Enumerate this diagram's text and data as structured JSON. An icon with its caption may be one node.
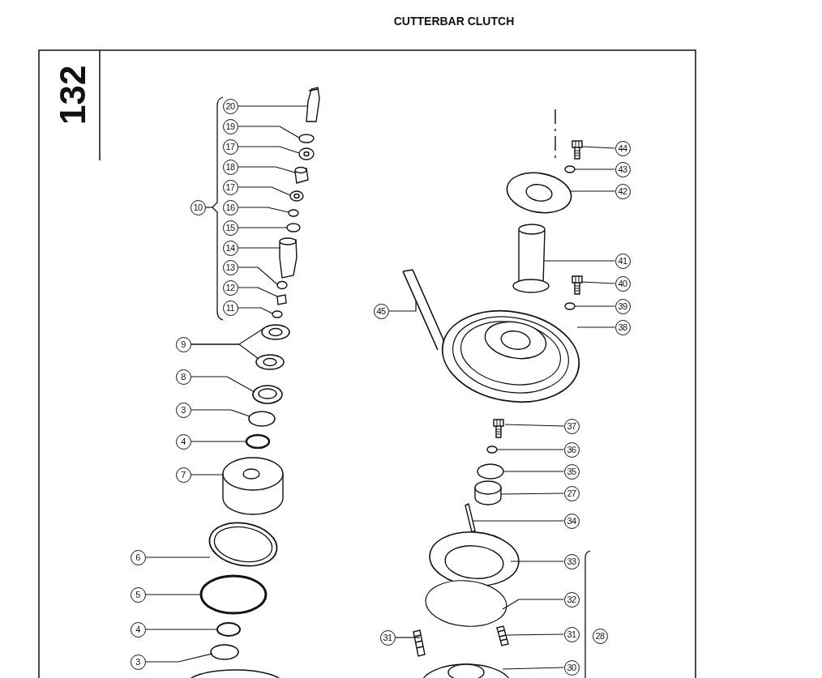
{
  "diagram": {
    "title": "CUTTERBAR CLUTCH",
    "nodes": [
      {
        "text": [
          "20"
        ]
      },
      {
        "text": [
          "19"
        ]
      },
      {
        "text": [
          "17"
        ]
      },
      {
        "text": [
          "18"
        ]
      },
      {
        "text": [
          "17"
        ]
      },
      {
        "text": [
          "16"
        ]
      },
      {
        "text": [
          "15"
        ]
      },
      {
        "text": [
          "14"
        ]
      },
      {
        "text": [
          "13"
        ]
      },
      {
        "text": [
          "12"
        ]
      },
      {
        "text": [
          "11"
        ]
      },
      {
        "text": [
          "10"
        ]
      },
      {
        "text": [
          "9"
        ]
      },
      {
        "text": [
          "8"
        ]
      },
      {
        "text": [
          "3"
        ]
      },
      {
        "text": [
          "4"
        ]
      },
      {
        "text": [
          "7"
        ]
      },
      {
        "text": [
          "6"
        ]
      },
      {
        "text": [
          "5"
        ]
      },
      {
        "text": [
          "4"
        ]
      },
      {
        "text": [
          "3"
        ]
      },
      {
        "text": [
          "45"
        ]
      },
      {
        "text": [
          "44"
        ]
      },
      {
        "text": [
          "43"
        ]
      },
      {
        "text": [
          "42"
        ]
      },
      {
        "text": [
          "41"
        ]
      },
      {
        "text": [
          "40"
        ]
      },
      {
        "text": [
          "39"
        ]
      },
      {
        "text": [
          "38"
        ]
      },
      {
        "text": [
          "37"
        ]
      },
      {
        "text": [
          "36"
        ]
      },
      {
        "text": [
          "35"
        ]
      },
      {
        "text": [
          "27"
        ]
      },
      {
        "text": [
          "34"
        ]
      },
      {
        "text": [
          "33"
        ]
      },
      {
        "text": [
          "32"
        ]
      },
      {
        "text": [
          "31"
        ]
      },
      {
        "text": [
          "30"
        ]
      },
      {
        "text": [
          "28"
        ]
      },
      {
        "text": [
          "31"
        ]
      },
      {
        "text": [],
        "shape": "bracket"
      },
      {
        "text": [],
        "shape": "picture"
      },
      {
        "text": [],
        "shape": "circle"
      },
      {
        "text": [],
        "shape": "picture"
      },
      {
        "text": [],
        "shape": "cylinder"
      },
      {
        "text": [],
        "shape": "picture"
      },
      {
        "text": [],
        "shape": "circle"
      },
      {
        "text": [],
        "shape": "circle"
      },
      {
        "text": [],
        "shape": "cylinder"
      },
      {
        "text": [],
        "shape": "circle"
      },
      {
        "text": [],
        "shape": "box"
      },
      {
        "text": [],
        "shape": "circle"
      },
      {
        "text": [],
        "shape": "picture"
      },
      {
        "text": [],
        "shape": "picture"
      },
      {
        "text": [],
        "shape": "picture"
      },
      {
        "text": [],
        "shape": "circle"
      },
      {
        "text": [],
        "shape": "circle"
      },
      {
        "text": [],
        "shape": "cylinder"
      },
      {
        "text": [],
        "shape": "picture"
      },
      {
        "text": [],
        "shape": "circle"
      },
      {
        "text": [],
        "shape": "circle"
      },
      {
        "text": [],
        "shape": "circle"
      },
      {
        "text": [],
        "shape": "picture"
      },
      {
        "text": [],
        "shape": "picture"
      },
      {
        "text": [],
        "shape": "circle"
      },
      {
        "text": [],
        "shape": "picture"
      },
      {
        "text": [],
        "shape": "picture"
      },
      {
        "text": [],
        "shape": "picture"
      },
      {
        "text": [],
        "shape": "circle"
      },
      {
        "text": [],
        "shape": "picture"
      },
      {
        "text": [],
        "shape": "picture"
      },
      {
        "text": [],
        "shape": "circle"
      },
      {
        "text": [],
        "shape": "circle"
      },
      {
        "text": [],
        "shape": "cylinder"
      },
      {
        "text": [],
        "shape": "bar"
      },
      {
        "text": [],
        "shape": "picture"
      },
      {
        "text": [],
        "shape": "circle"
      },
      {
        "text": [],
        "shape": "picture"
      },
      {
        "text": [],
        "shape": "picture"
      },
      {
        "text": [],
        "shape": "picture"
      }
    ],
    "edges": [
      {
        "from": 0,
        "to": 41,
        "arrow": "none"
      },
      {
        "from": 1,
        "to": 42,
        "arrow": "none"
      },
      {
        "from": 2,
        "to": 43,
        "arrow": "none"
      },
      {
        "from": 3,
        "to": 44,
        "arrow": "none"
      },
      {
        "from": 4,
        "to": 45,
        "arrow": "none"
      },
      {
        "from": 5,
        "to": 46,
        "arrow": "none"
      },
      {
        "from": 6,
        "to": 47,
        "arrow": "none"
      },
      {
        "from": 7,
        "to": 48,
        "arrow": "none"
      },
      {
        "from": 8,
        "to": 49,
        "arrow": "none"
      },
      {
        "from": 9,
        "to": 50,
        "arrow": "none"
      },
      {
        "from": 10,
        "to": 51,
        "arrow": "none"
      },
      {
        "from": 11,
        "to": 40,
        "arrow": "none"
      },
      {
        "from": 12,
        "to": 52,
        "arrow": "none"
      },
      {
        "from": 12,
        "to": 53,
        "arrow": "none"
      },
      {
        "from": 13,
        "to": 54,
        "arrow": "none"
      },
      {
        "from": 14,
        "to": 55,
        "arrow": "none"
      },
      {
        "from": 15,
        "to": 56,
        "arrow": "none"
      },
      {
        "from": 16,
        "to": 57,
        "arrow": "none"
      },
      {
        "from": 17,
        "to": 58,
        "arrow": "none"
      },
      {
        "from": 18,
        "to": 59,
        "arrow": "none"
      },
      {
        "from": 19,
        "to": 60,
        "arrow": "none"
      },
      {
        "from": 20,
        "to": 61,
        "arrow": "none"
      },
      {
        "from": 21,
        "to": 62,
        "arrow": "none"
      },
      {
        "from": 22,
        "to": 63,
        "arrow": "none"
      },
      {
        "from": 23,
        "to": 64,
        "arrow": "none"
      },
      {
        "from": 24,
        "to": 65,
        "arrow": "none"
      },
      {
        "from": 25,
        "to": 66,
        "arrow": "none"
      },
      {
        "from": 26,
        "to": 67,
        "arrow": "none"
      },
      {
        "from": 27,
        "to": 68,
        "arrow": "none"
      },
      {
        "from": 28,
        "to": 69,
        "arrow": "none"
      },
      {
        "from": 29,
        "to": 70,
        "arrow": "none"
      },
      {
        "from": 30,
        "to": 71,
        "arrow": "none"
      },
      {
        "from": 31,
        "to": 72,
        "arrow": "none"
      },
      {
        "from": 32,
        "to": 73,
        "arrow": "none"
      },
      {
        "from": 33,
        "to": 74,
        "arrow": "none"
      },
      {
        "from": 34,
        "to": 75,
        "arrow": "none"
      },
      {
        "from": 35,
        "to": 76,
        "arrow": "none"
      },
      {
        "from": 36,
        "to": 77,
        "arrow": "none"
      },
      {
        "from": 37,
        "to": 78,
        "arrow": "none"
      },
      {
        "from": 39,
        "to": 79,
        "arrow": "none"
      }
    ],
    "labels": [
      "132"
    ]
  }
}
